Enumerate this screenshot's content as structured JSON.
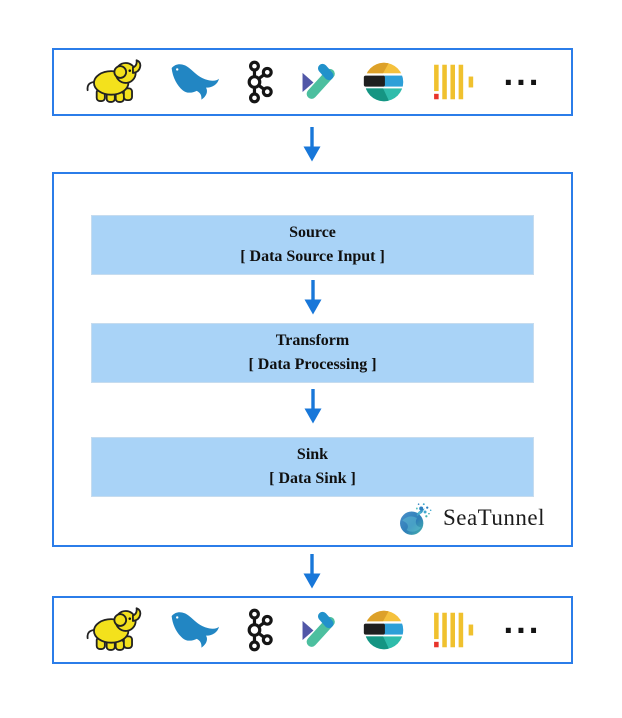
{
  "colors": {
    "border_blue": "#2b7de9",
    "arrow_blue": "#1877d9",
    "stage_fill": "#a9d3f7",
    "stage_border": "#c6dcef"
  },
  "connectors_top": {
    "logos": [
      "hadoop",
      "mysql",
      "kafka",
      "play-shape",
      "elasticsearch",
      "clickhouse"
    ],
    "more_label": "..."
  },
  "pipeline": {
    "stages": [
      {
        "title": "Source",
        "subtitle": "[ Data Source Input ]"
      },
      {
        "title": "Transform",
        "subtitle": "[ Data Processing ]"
      },
      {
        "title": "Sink",
        "subtitle": "[ Data Sink ]"
      }
    ],
    "brand": "SeaTunnel"
  },
  "connectors_bottom": {
    "logos": [
      "hadoop",
      "mysql",
      "kafka",
      "play-shape",
      "elasticsearch",
      "clickhouse"
    ],
    "more_label": "..."
  }
}
